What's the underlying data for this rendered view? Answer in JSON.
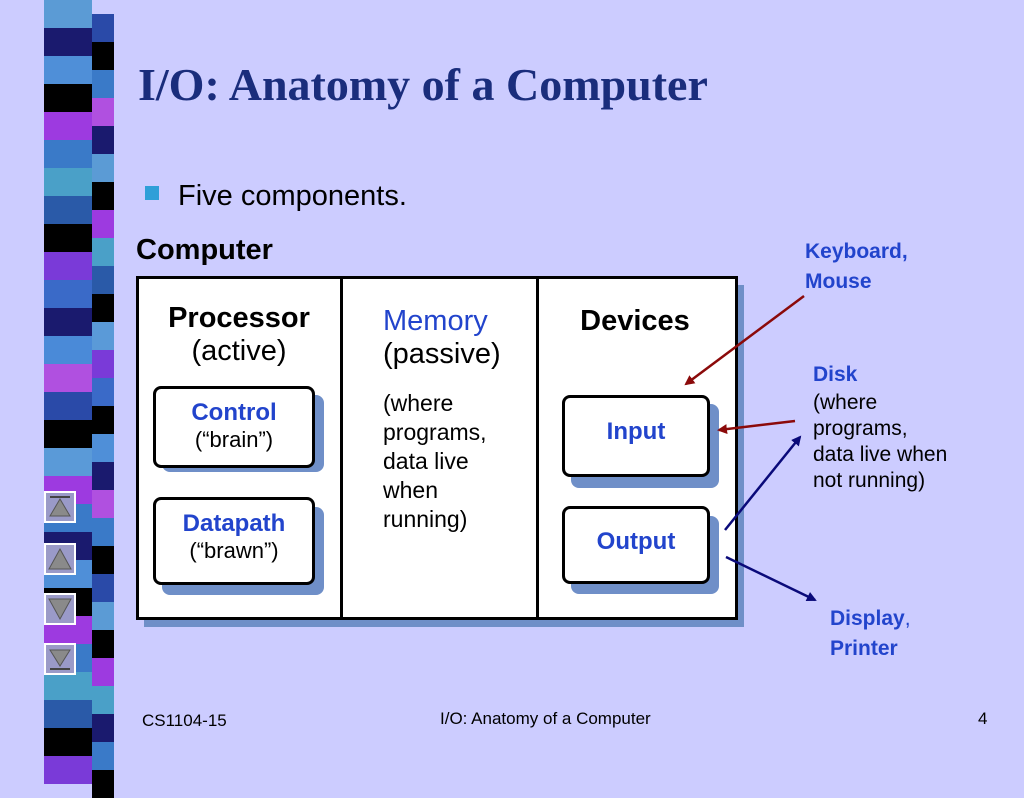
{
  "slide": {
    "title": "I/O: Anatomy of a Computer",
    "bullet": "Five components.",
    "computer_label": "Computer"
  },
  "diagram": {
    "processor": {
      "title": "Processor",
      "subtitle": "(active)"
    },
    "control": {
      "name": "Control",
      "desc": "(“brain”)"
    },
    "datapath": {
      "name": "Datapath",
      "desc": "(“brawn”)"
    },
    "memory": {
      "title": "Memory",
      "subtitle": "(passive)",
      "note_lines": [
        "(where",
        "programs,",
        "data live",
        "when",
        "running)"
      ]
    },
    "devices": {
      "title": "Devices"
    },
    "input": {
      "name": "Input"
    },
    "output": {
      "name": "Output"
    }
  },
  "external": {
    "keyboard_lines": [
      "Keyboard,",
      "Mouse"
    ],
    "disk_title": "Disk",
    "disk_note_lines": [
      "(where",
      "programs,",
      "data live when",
      "not running)"
    ],
    "display": "Display",
    "display_comma": ",",
    "printer": "Printer"
  },
  "footer": {
    "left": "CS1104-15",
    "center": "I/O: Anatomy of a Computer",
    "page": "4"
  },
  "colors": {
    "background": "#ccccff",
    "title": "#1a2d7c",
    "accent_blue": "#2244cc",
    "arrow_red": "#8b0a0a",
    "arrow_navy": "#0a0a7a",
    "shadow": "#6f8fc8",
    "bullet": "#2f9fd8"
  },
  "icons": {
    "nav": [
      "home-triangle-icon",
      "up-triangle-icon",
      "down-triangle-icon",
      "end-triangle-icon"
    ]
  }
}
